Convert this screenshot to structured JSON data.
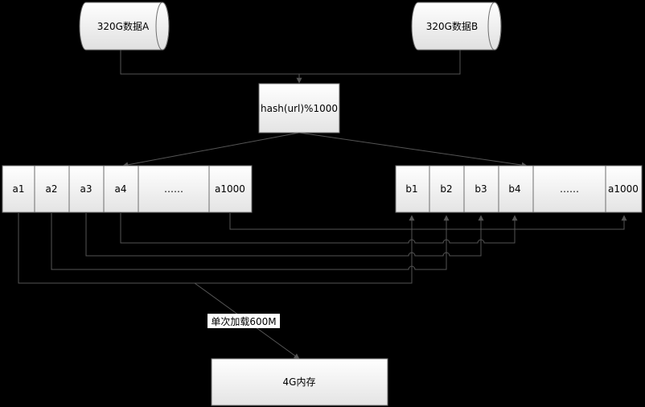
{
  "diagram": {
    "nodes": {
      "data_a": "320G数据A",
      "data_b": "320G数据B",
      "hash": "hash(url)%1000",
      "memory": "4G内存"
    },
    "group_a": [
      "a1",
      "a2",
      "a3",
      "a4",
      "……",
      "a1000"
    ],
    "group_b": [
      "b1",
      "b2",
      "b3",
      "b4",
      "……",
      "a1000"
    ],
    "edge_label": "单次加载600M",
    "colors": {
      "background": "#000000",
      "box_top": "#ffffff",
      "box_bottom": "#e4e4e4",
      "stroke": "#6e6e6e",
      "connector": "#555555"
    }
  }
}
